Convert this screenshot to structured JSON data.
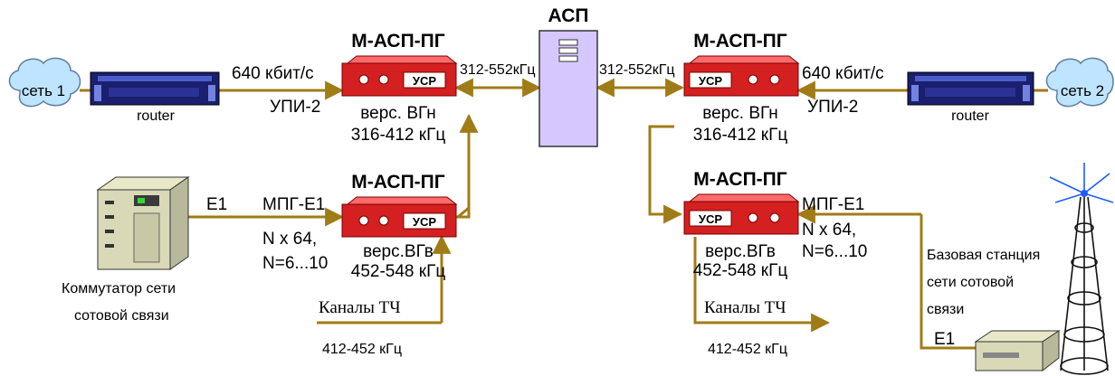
{
  "asp": {
    "title": "АСП"
  },
  "left": {
    "cloud": "сеть 1",
    "router": "router",
    "rate": "640 кбит/с",
    "interface": "УПИ-2",
    "modem_top": {
      "title": "М-АСП-ПГ",
      "badge": "УСР",
      "version": "верс. ВГн",
      "band": "316-412 кГц"
    },
    "link_freq": "312-552кГц",
    "switch_port": "E1",
    "mpg": "МПГ-E1",
    "nx64": "N x 64,",
    "n_range": "N=6...10",
    "modem_bottom": {
      "title": "М-АСП-ПГ",
      "badge": "УСР",
      "version": "верс.ВГв",
      "band": "452-548 кГц"
    },
    "switch_label_1": "Коммутатор сети",
    "switch_label_2": "сотовой связи",
    "tch_label": "Каналы ТЧ",
    "tch_freq": "412-452 кГц"
  },
  "right": {
    "cloud": "сеть 2",
    "router": "router",
    "rate": "640 кбит/с",
    "interface": "УПИ-2",
    "modem_top": {
      "title": "М-АСП-ПГ",
      "badge": "УСР",
      "version": "верс. ВГн",
      "band": "316-412 кГц"
    },
    "link_freq": "312-552кГц",
    "mpg": "МПГ-E1",
    "nx64": "N x 64,",
    "n_range": "N=6...10",
    "modem_bottom": {
      "title": "М-АСП-ПГ",
      "badge": "УСР",
      "version": "верс.ВГв",
      "band": "452-548 кГц"
    },
    "base_label_1": "Базовая станция",
    "base_label_2": "сети сотовой",
    "base_label_3": "связи",
    "base_port": "E1",
    "tch_label": "Каналы ТЧ",
    "tch_freq": "412-452 кГц"
  },
  "colors": {
    "line": "#a07c16",
    "modem_red": "#d42020",
    "router_navy": "#1a1f6e",
    "cloud_fill": "#bfe4ff",
    "asp_fill": "#d6c8ff",
    "antenna_blue": "#1e5bff"
  }
}
